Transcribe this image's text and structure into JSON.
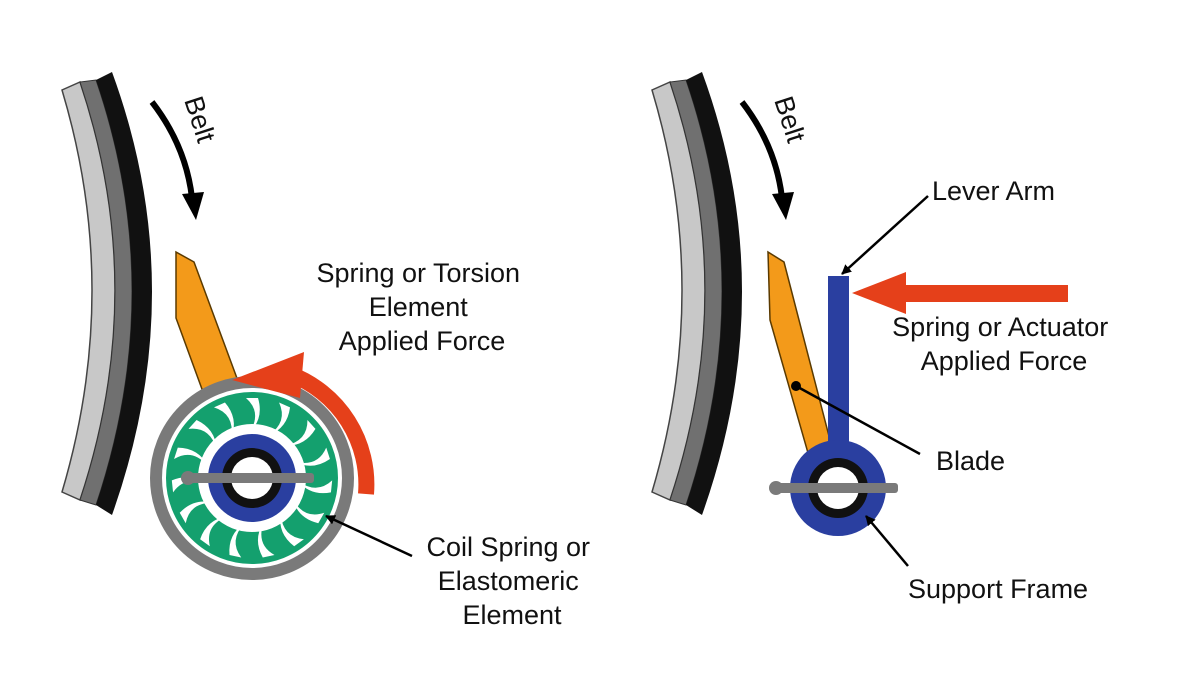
{
  "left_panel": {
    "belt_label": "Belt",
    "force_label": [
      "Spring or Torsion",
      "Element",
      "Applied Force"
    ],
    "spring_label": [
      "Coil Spring or",
      "Elastomeric",
      "Element"
    ]
  },
  "right_panel": {
    "belt_label": "Belt",
    "lever_label": "Lever Arm",
    "force_label": [
      "Spring or Actuator",
      "Applied Force"
    ],
    "blade_label": "Blade",
    "frame_label": "Support Frame"
  },
  "colors": {
    "belt": "#111111",
    "pulley_dark": "#707070",
    "pulley_light": "#c8c8c8",
    "blade": "#f39a1a",
    "force_arrow": "#e5401a",
    "spring_element": "#14a06e",
    "hub_ring": "#2a3fa0",
    "lever_frame": "#2a3fa0",
    "shaft": "#7a7a7a"
  }
}
